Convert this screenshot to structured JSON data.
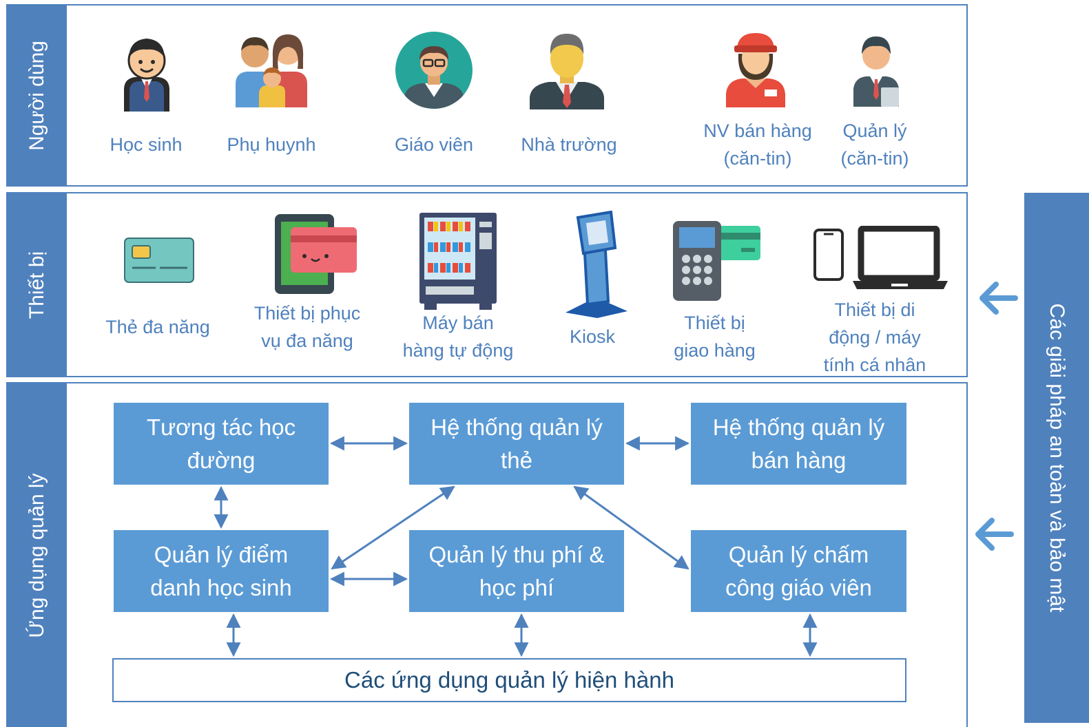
{
  "users": {
    "label": "Người dùng",
    "items": [
      {
        "name": "Học sinh",
        "icon": "student-icon"
      },
      {
        "name": "Phụ huynh",
        "icon": "family-icon"
      },
      {
        "name": "Giáo viên",
        "icon": "teacher-icon"
      },
      {
        "name": "Nhà trường",
        "icon": "school-principal-icon"
      },
      {
        "name": "NV bán hàng\n(căn-tin)",
        "icon": "canteen-staff-icon"
      },
      {
        "name": "Quản lý\n(căn-tin)",
        "icon": "canteen-manager-icon"
      }
    ]
  },
  "devices": {
    "label": "Thiết bị",
    "items": [
      {
        "name": "Thẻ đa năng",
        "icon": "smart-card-icon"
      },
      {
        "name": "Thiết bị phục\nvụ đa năng",
        "icon": "tablet-card-icon"
      },
      {
        "name": "Máy bán\nhàng tự động",
        "icon": "vending-machine-icon"
      },
      {
        "name": "Kiosk",
        "icon": "kiosk-icon"
      },
      {
        "name": "Thiết bị\ngiao hàng",
        "icon": "pos-terminal-icon"
      },
      {
        "name": "Thiết bị di\nđộng / máy\ntính cá nhân",
        "icon": "phone-laptop-icon"
      }
    ]
  },
  "apps": {
    "label": "Ứng dụng quản lý",
    "boxes": {
      "interaction": "Tương tác học\nđường",
      "card_system": "Hệ thống quản lý\nthẻ",
      "sales_system": "Hệ thống quản lý\nbán hàng",
      "attendance": "Quản lý điểm\ndanh học sinh",
      "fees": "Quản lý thu phí &\nhọc phí",
      "timekeeping": "Quản lý chấm\ncông giáo viên"
    },
    "legacy": "Các ứng dụng quản lý hiện hành"
  },
  "security": {
    "label": "Các giải pháp an toàn và bảo mật"
  },
  "colors": {
    "primary": "#4f81bd",
    "box": "#5b9bd5",
    "text_dark": "#1f4e79"
  }
}
